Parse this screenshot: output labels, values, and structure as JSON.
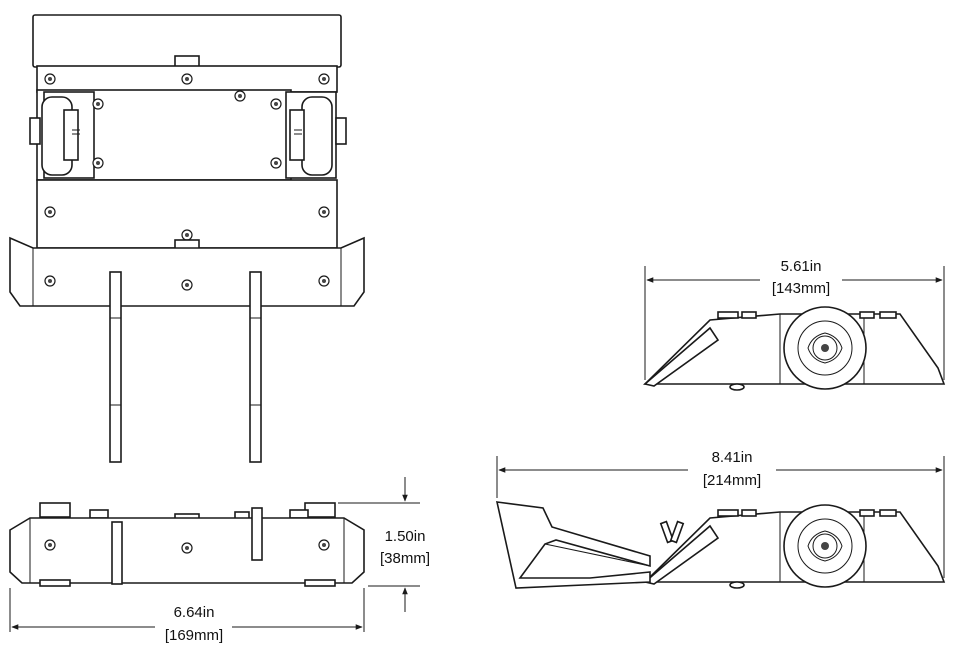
{
  "dimensions": {
    "front_width": {
      "value": "6.64in",
      "metric": "[169mm]"
    },
    "front_height": {
      "value": "1.50in",
      "metric": "[38mm]"
    },
    "side_length": {
      "value": "5.61in",
      "metric": "[143mm]"
    },
    "side_length_with_scoop": {
      "value": "8.41in",
      "metric": "[214mm]"
    }
  }
}
